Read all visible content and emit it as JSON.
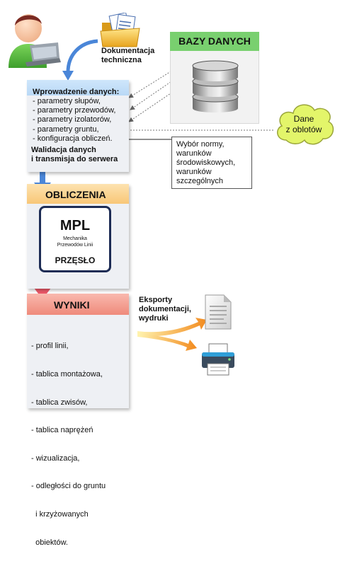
{
  "user": {
    "icon": "user-with-laptop-icon"
  },
  "documentation": {
    "icon": "folder-documents-icon",
    "label_line1": "Dokumentacja",
    "label_line2": "techniczna"
  },
  "input_box": {
    "title": "Wprowadzenie danych:",
    "items": [
      "- parametry słupów,",
      "- parametry przewodów,",
      "- parametry izolatorów,",
      "- parametry gruntu,",
      "- konfiguracja obliczeń."
    ],
    "footer_line1": "Walidacja danych",
    "footer_line2": "i transmisja do serwera"
  },
  "database": {
    "title": "BAZY DANYCH",
    "icon": "database-icon"
  },
  "cloud": {
    "line1": "Dane",
    "line2": "z oblotów",
    "icon": "cloud-icon"
  },
  "callout": {
    "lines": [
      "Wybór normy,",
      "warunków",
      "środowiskowych,",
      "warunków",
      "szczególnych"
    ]
  },
  "calc_box": {
    "title": "OBLICZENIA",
    "mpl_title": "MPL",
    "mpl_sub1": "Mechanika",
    "mpl_sub2": "Przewodów Linii",
    "mpl_span": "PRZĘSŁO"
  },
  "results_box": {
    "title": "WYNIKI",
    "items": [
      "- profil linii,",
      "- tablica montażowa,",
      "- tablica zwisów,",
      "- tablica naprężeń",
      "- wizualizacja,",
      "- odległości do gruntu",
      "  i krzyżowanych",
      "  obiektów."
    ]
  },
  "exports": {
    "line1": "Eksporty",
    "line2": "dokumentacji,",
    "line3": "wydruki",
    "doc_icon": "document-icon",
    "printer_icon": "printer-icon"
  },
  "colors": {
    "db_header": "#79d06f",
    "input_header": "#cfe6fb",
    "calc_header": "#f8c777",
    "results_header": "#ef8a7b",
    "cloud_fill": "#e3f56a",
    "flow_arrow_blue": "#4a86d8",
    "flow_arrow_red": "#ef5a6a",
    "export_arrow": "#f4a733"
  }
}
